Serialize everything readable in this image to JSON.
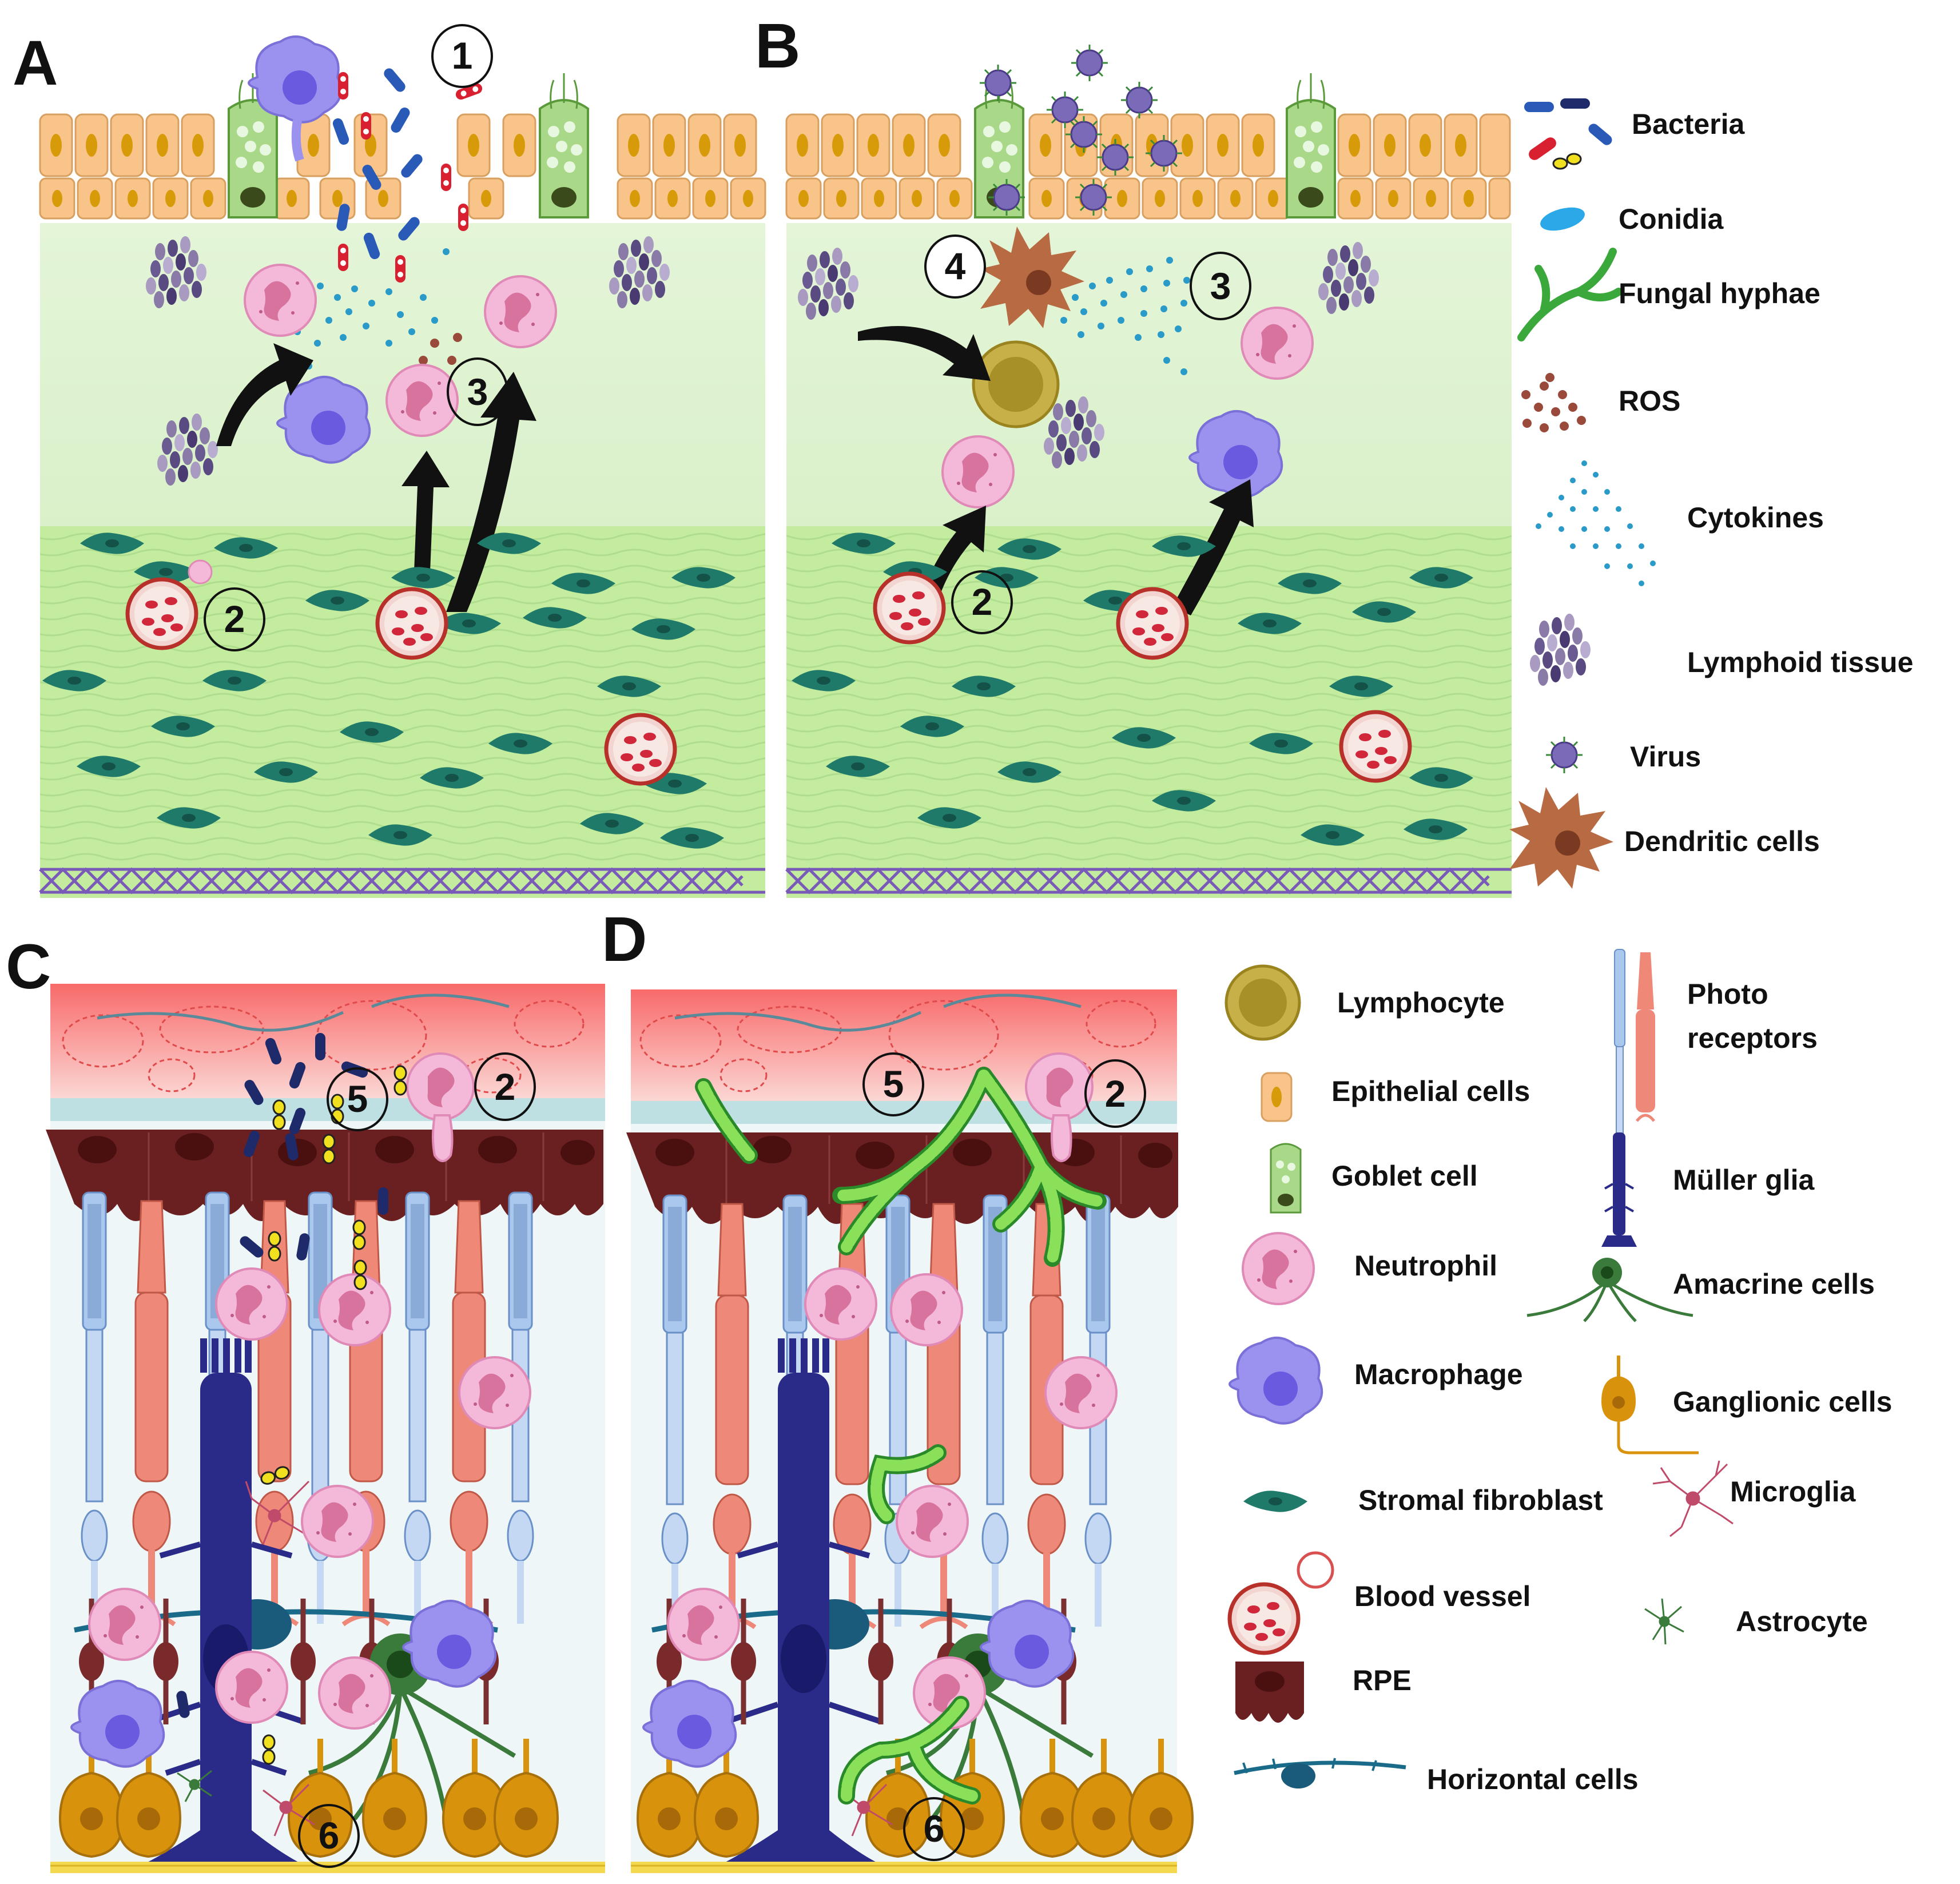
{
  "panels": {
    "a": "A",
    "b": "B",
    "c": "C",
    "d": "D"
  },
  "callouts": {
    "one": "1",
    "two": "2",
    "three": "3",
    "four": "4",
    "five": "5",
    "six": "6"
  },
  "legend_top": {
    "bacteria": "Bacteria",
    "conidia": "Conidia",
    "fungal_hyphae": "Fungal hyphae",
    "ros": "ROS",
    "cytokines": "Cytokines",
    "lymphoid_tissue": "Lymphoid tissue",
    "virus": "Virus",
    "dendritic_cells": "Dendritic cells"
  },
  "legend_bottom": {
    "lymphocyte": "Lymphocyte",
    "epithelial_cells": "Epithelial cells",
    "goblet_cell": "Goblet cell",
    "neutrophil": "Neutrophil",
    "macrophage": "Macrophage",
    "stromal_fibroblast": "Stromal fibroblast",
    "blood_vessel": "Blood vessel",
    "rpe": "RPE",
    "horizontal_cells": "Horizontal cells",
    "photoreceptors_line1": "Photo",
    "photoreceptors_line2": "receptors",
    "muller_glia": "Müller glia",
    "amacrine_cells": "Amacrine cells",
    "ganglionic_cells": "Ganglionic cells",
    "microglia": "Microglia",
    "astrocyte": "Astrocyte"
  },
  "colors": {
    "epithelium": "#f9c48a",
    "epithelium_nucleus": "#d79a08",
    "stroma": "#c8f0a8",
    "fibroblast": "#1f7a6a",
    "neutrophil": "#f2b4d6",
    "macrophage": "#8f88ee",
    "lymphocyte": "#b8a234",
    "dendritic": "#b86a42",
    "rpe": "#6a2020",
    "choroid": "#f87878",
    "rod": "#aac8ee",
    "cone": "#ee8878",
    "muller": "#2a2a88",
    "amacrine": "#3a7a3a",
    "ganglion": "#d8920c",
    "hyphae": "#7ad848",
    "bacteria_blue": "#2a4a9a",
    "bacteria_red": "#d82030",
    "bacteria_yellow": "#f0e020",
    "virus": "#7a6ab8",
    "cytokine": "#2a9ac8"
  }
}
